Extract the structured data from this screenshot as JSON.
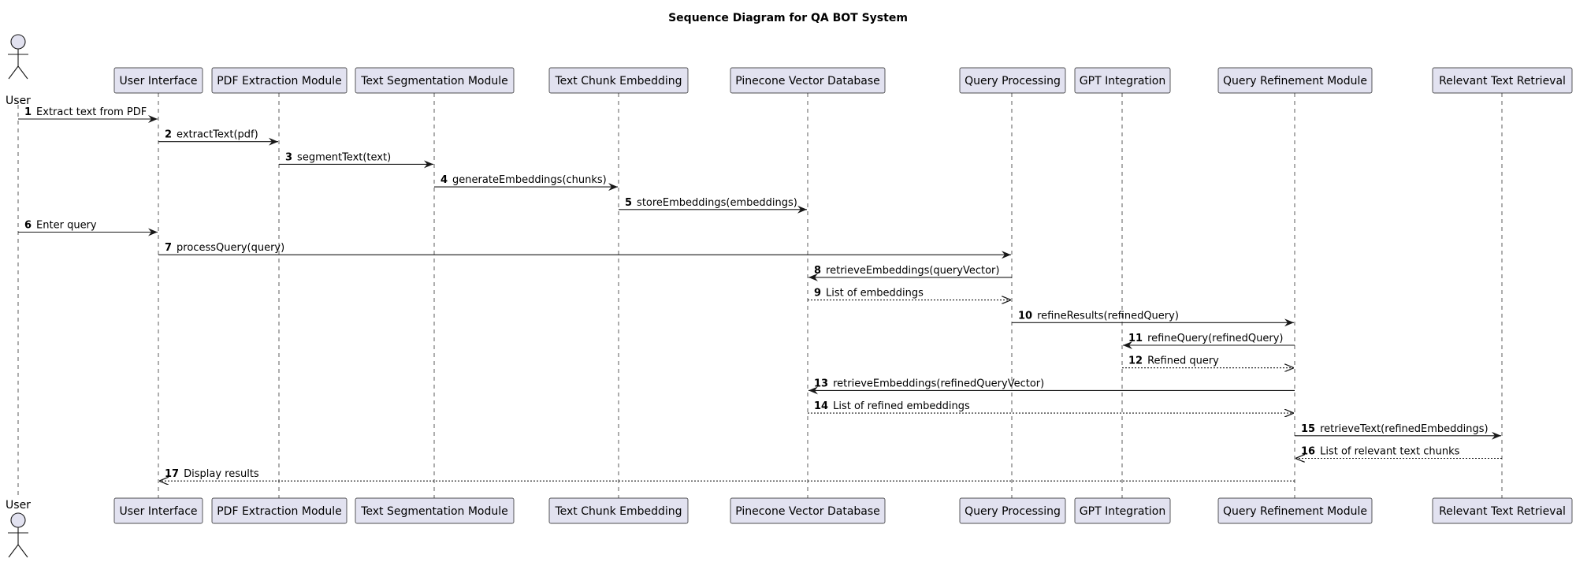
{
  "title": "Sequence Diagram for QA BOT System",
  "colors": {
    "box_fill": "#E2E2F0",
    "box_stroke": "#181818",
    "line": "#181818",
    "lifeline": "#181818"
  },
  "participants": [
    {
      "id": "user",
      "label": "User",
      "kind": "actor"
    },
    {
      "id": "ui",
      "label": "User Interface",
      "kind": "participant"
    },
    {
      "id": "pdf",
      "label": "PDF Extraction Module",
      "kind": "participant"
    },
    {
      "id": "seg",
      "label": "Text Segmentation Module",
      "kind": "participant"
    },
    {
      "id": "emb",
      "label": "Text Chunk Embedding",
      "kind": "participant"
    },
    {
      "id": "pine",
      "label": "Pinecone Vector Database",
      "kind": "participant"
    },
    {
      "id": "qp",
      "label": "Query Processing",
      "kind": "participant"
    },
    {
      "id": "gpt",
      "label": "GPT Integration",
      "kind": "participant"
    },
    {
      "id": "qr",
      "label": "Query Refinement Module",
      "kind": "participant"
    },
    {
      "id": "rtr",
      "label": "Relevant Text Retrieval",
      "kind": "participant"
    }
  ],
  "messages": [
    {
      "num": "1",
      "from": "user",
      "to": "ui",
      "text": "Extract text from PDF",
      "style": "solid"
    },
    {
      "num": "2",
      "from": "ui",
      "to": "pdf",
      "text": "extractText(pdf)",
      "style": "solid"
    },
    {
      "num": "3",
      "from": "pdf",
      "to": "seg",
      "text": "segmentText(text)",
      "style": "solid"
    },
    {
      "num": "4",
      "from": "seg",
      "to": "emb",
      "text": "generateEmbeddings(chunks)",
      "style": "solid"
    },
    {
      "num": "5",
      "from": "emb",
      "to": "pine",
      "text": "storeEmbeddings(embeddings)",
      "style": "solid"
    },
    {
      "num": "6",
      "from": "user",
      "to": "ui",
      "text": "Enter query",
      "style": "solid"
    },
    {
      "num": "7",
      "from": "ui",
      "to": "qp",
      "text": "processQuery(query)",
      "style": "solid"
    },
    {
      "num": "8",
      "from": "qp",
      "to": "pine",
      "text": "retrieveEmbeddings(queryVector)",
      "style": "solid"
    },
    {
      "num": "9",
      "from": "pine",
      "to": "qp",
      "text": "List of embeddings",
      "style": "dashed"
    },
    {
      "num": "10",
      "from": "qp",
      "to": "qr",
      "text": "refineResults(refinedQuery)",
      "style": "solid"
    },
    {
      "num": "11",
      "from": "qr",
      "to": "gpt",
      "text": "refineQuery(refinedQuery)",
      "style": "solid"
    },
    {
      "num": "12",
      "from": "gpt",
      "to": "qr",
      "text": "Refined query",
      "style": "dashed"
    },
    {
      "num": "13",
      "from": "qr",
      "to": "pine",
      "text": "retrieveEmbeddings(refinedQueryVector)",
      "style": "solid"
    },
    {
      "num": "14",
      "from": "pine",
      "to": "qr",
      "text": "List of refined embeddings",
      "style": "dashed"
    },
    {
      "num": "15",
      "from": "qr",
      "to": "rtr",
      "text": "retrieveText(refinedEmbeddings)",
      "style": "solid"
    },
    {
      "num": "16",
      "from": "rtr",
      "to": "qr",
      "text": "List of relevant text chunks",
      "style": "dashed"
    },
    {
      "num": "17",
      "from": "qr",
      "to": "ui",
      "text": "Display results",
      "style": "dashed"
    }
  ]
}
